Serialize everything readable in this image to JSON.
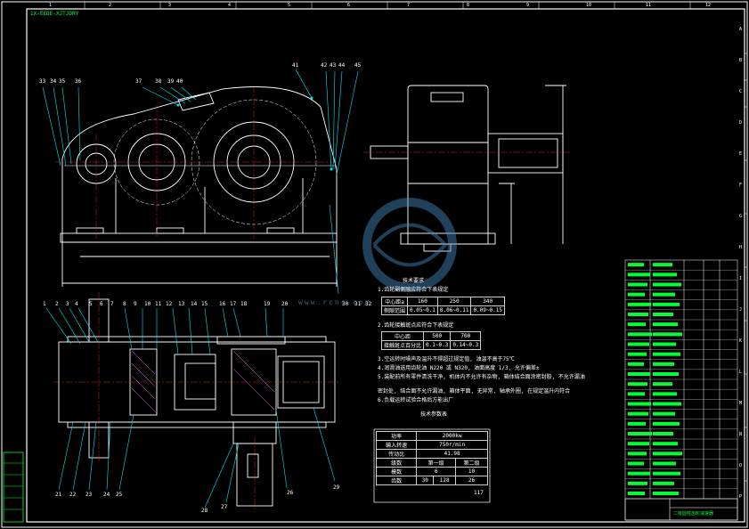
{
  "title_stamp": "1X-EEDE-XJTJDRY",
  "top_ruler": [
    "1",
    "2",
    "3",
    "4",
    "5",
    "6",
    "7",
    "8",
    "9",
    "10",
    "11",
    "12"
  ],
  "side_ruler": [
    "A",
    "B",
    "C",
    "D",
    "E",
    "F",
    "G",
    "H",
    "I",
    "J",
    "K",
    "L",
    "M",
    "N",
    "O",
    "P"
  ],
  "tech_req": {
    "heading": "技术要求",
    "lines": [
      "1.齿轮副侧隙应符合下表规定",
      "2.齿轮接触斑点应符合下表规定",
      "3.空运转时噪声及温升不得超过规定值, 油温不高于75℃",
      "4.润滑油选用齿轮油 N220 或 N320, 油面高度 1/3, 允许偏差±",
      "5.装配前所有零件清洗干净, 机体内不允许有杂物, 箱体结合面涂密封胶, 不允许漏油",
      "   密封处, 结合面不允许漏油, 箱体平面, 无异常, 轴承外圈, 在规定温升内符合",
      "6.负载运转试验合格后方能出厂"
    ]
  },
  "backlash_table": [
    [
      "中心距a",
      "160",
      "250",
      "340"
    ],
    [
      "侧隙范围",
      "0.05~0.1",
      "0.06~0.11",
      "0.09~0.15"
    ]
  ],
  "contact_table": [
    [
      "中心距",
      "500",
      "700"
    ],
    [
      "接触斑点百分比",
      "0.1~0.3",
      "0.14~0.3"
    ]
  ],
  "params": {
    "heading": "技术参数表",
    "rows": [
      [
        "功率",
        "2000kw"
      ],
      [
        "输入转速",
        "750r/min"
      ],
      [
        "传动比",
        "41.98"
      ]
    ],
    "stage_header": [
      "级数",
      "第一级",
      "第二级"
    ],
    "stage_rows": [
      [
        "模数",
        "6",
        "10"
      ],
      [
        "齿数",
        "30",
        "128",
        "26",
        "117"
      ]
    ]
  },
  "part_numbers_top": [
    "33",
    "34",
    "35",
    "36",
    "37",
    "38",
    "39",
    "40",
    "41",
    "42",
    "43",
    "44",
    "45"
  ],
  "part_numbers_mid": [
    "1",
    "2",
    "3",
    "4",
    "5",
    "6",
    "7",
    "8",
    "9",
    "10",
    "11",
    "12",
    "13",
    "14",
    "15",
    "16",
    "17",
    "18",
    "19",
    "20"
  ],
  "part_numbers_bot": [
    "21",
    "22",
    "23",
    "24",
    "25",
    "26",
    "27",
    "28",
    "29",
    "30",
    "31",
    "32"
  ],
  "watermark": "www.rcnc.com",
  "title_block_name": "二级圆柱齿轮减速器",
  "bom_rows": 24,
  "colors": {
    "line": "#ffffff",
    "accent": "#00e5ff",
    "green": "#00ff33",
    "yellow": "#ffff00",
    "bg": "#000000"
  }
}
